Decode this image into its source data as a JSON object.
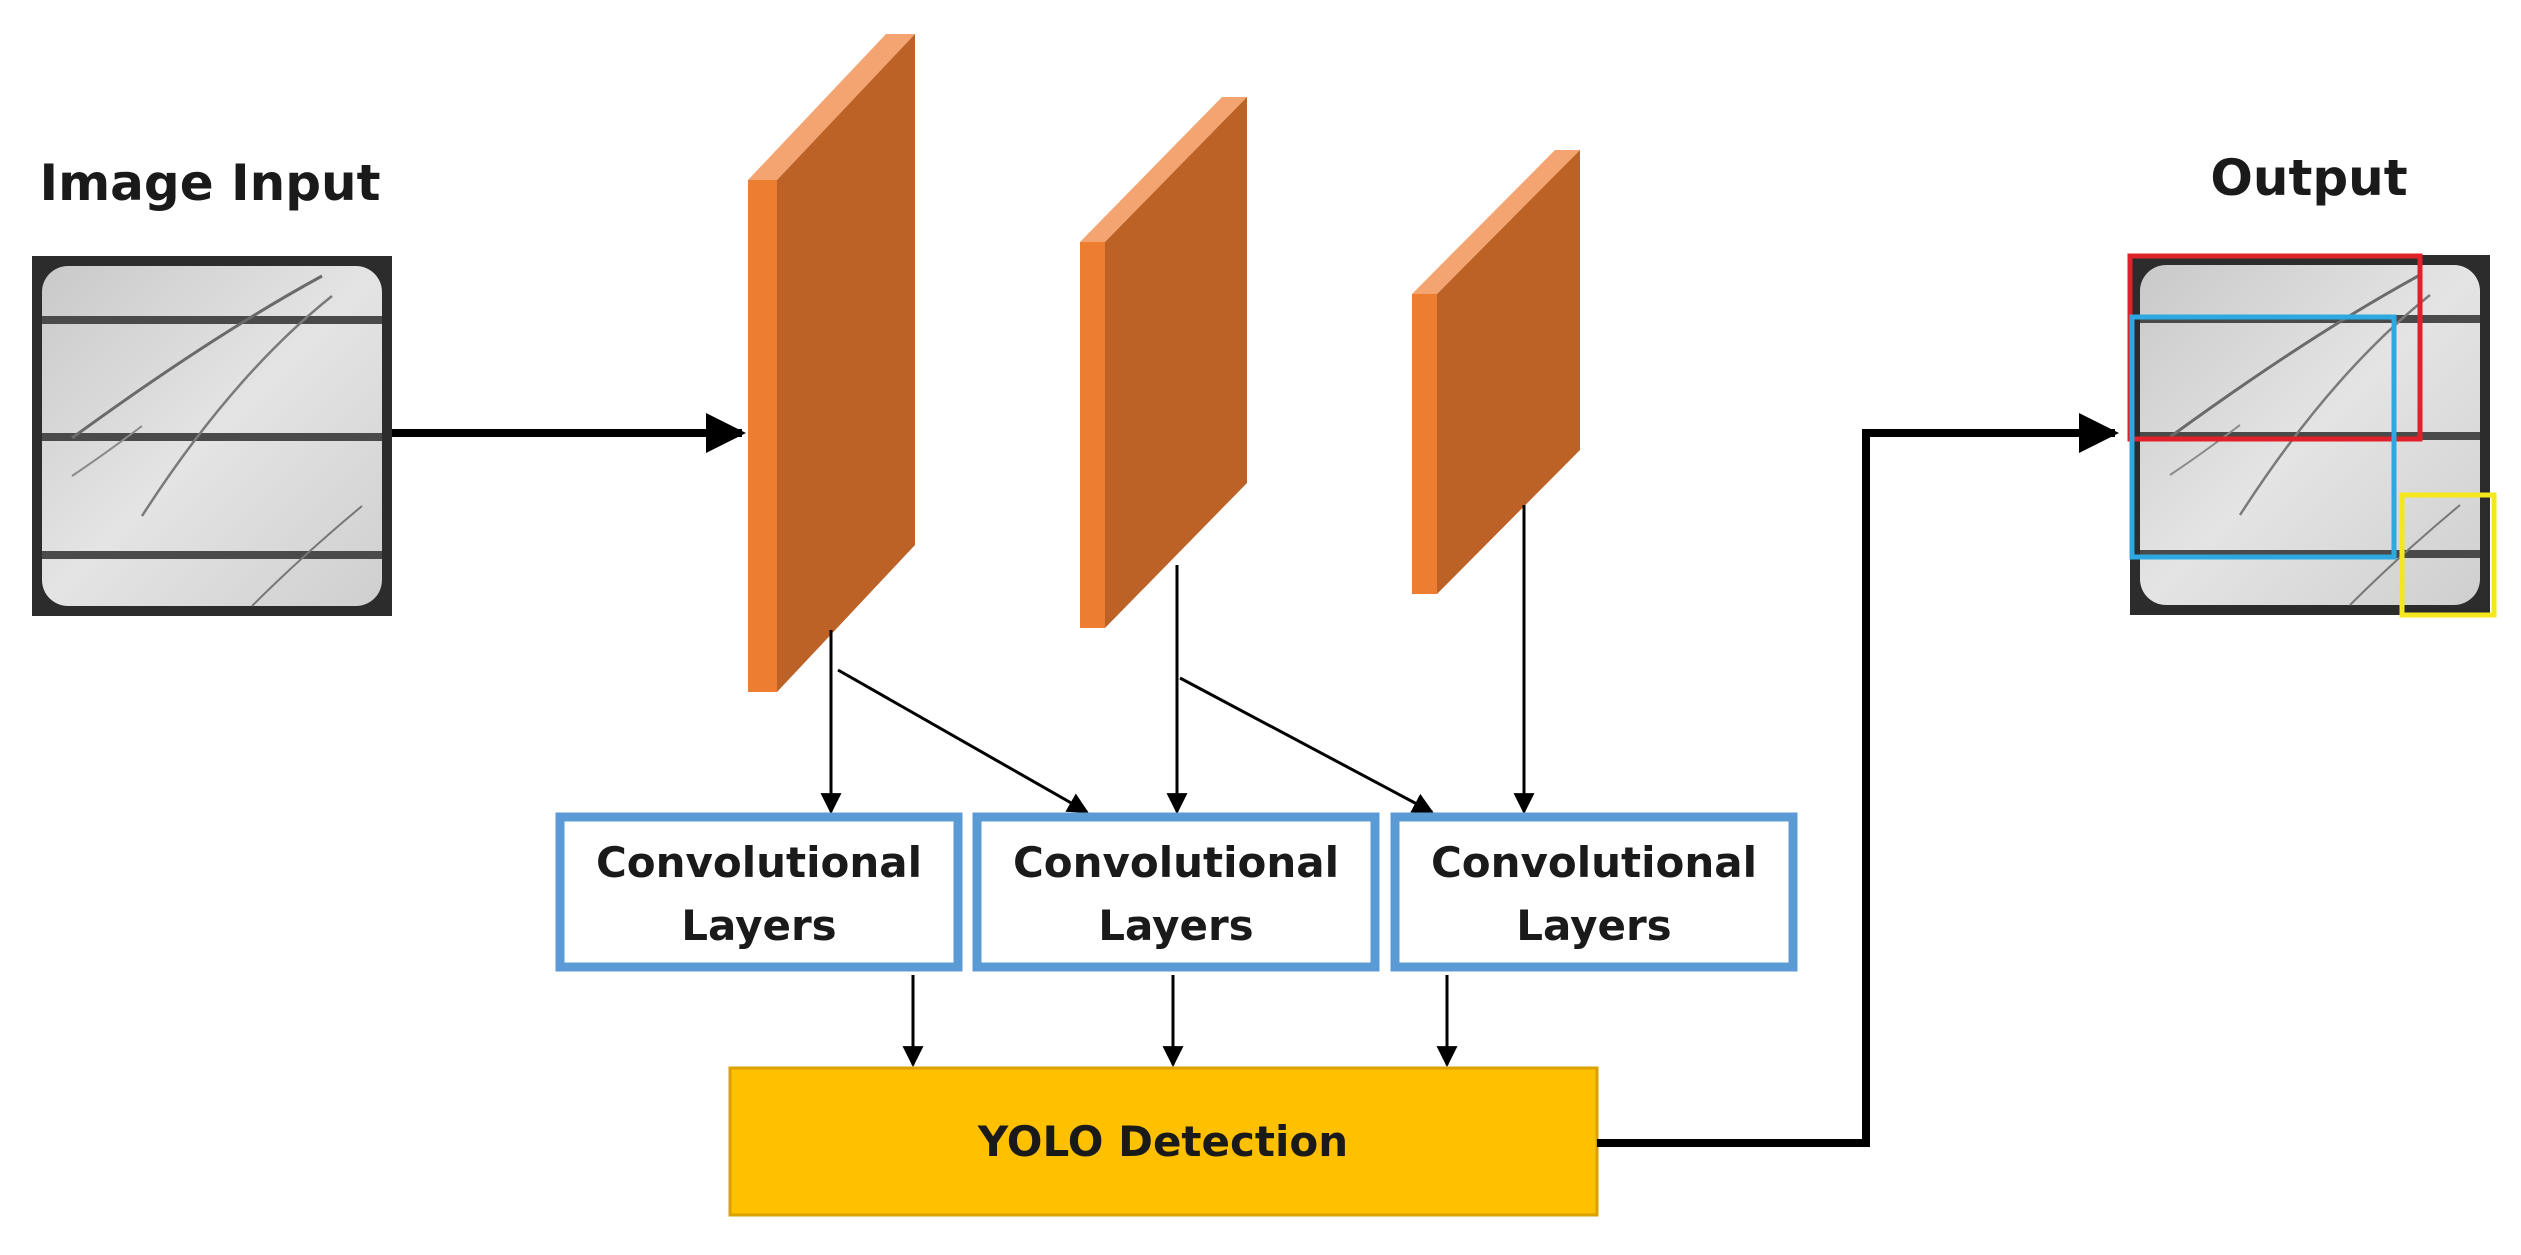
{
  "input": {
    "title": "Image Input"
  },
  "output": {
    "title": "Output"
  },
  "conv_blocks": [
    {
      "line1": "Convolutional",
      "line2": "Layers"
    },
    {
      "line1": "Convolutional",
      "line2": "Layers"
    },
    {
      "line1": "Convolutional",
      "line2": "Layers"
    }
  ],
  "detection": {
    "label": "YOLO Detection"
  },
  "colors": {
    "feature_map_front": "#bd6227",
    "feature_map_side": "#ed7d31",
    "feature_map_top": "#f4a470",
    "conv_border": "#5b9bd5",
    "detection_fill": "#ffc000",
    "detection_border": "#d9a200",
    "box_red": "#e0202a",
    "box_blue": "#2ea8e0",
    "box_yellow": "#f2e81d",
    "arrow": "#000000"
  }
}
